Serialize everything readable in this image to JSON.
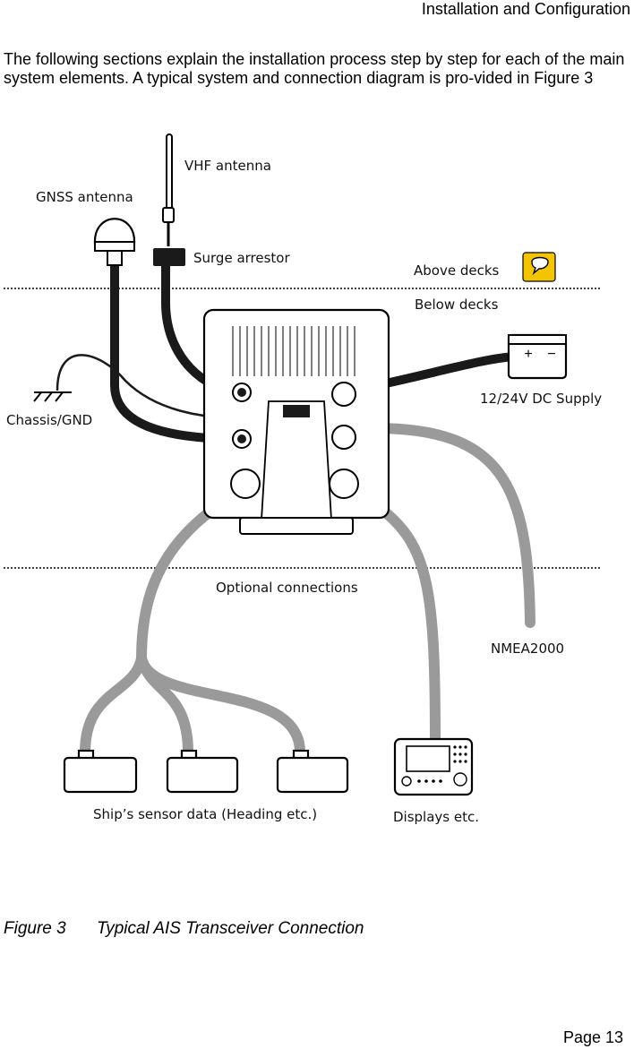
{
  "header": {
    "section_title": "Installation and Configuration"
  },
  "intro": {
    "text": "The following sections explain the installation process step by step for each of the main system elements. A typical system and connection diagram is pro-vided in Figure 3"
  },
  "diagram": {
    "labels": {
      "vhf_antenna": "VHF antenna",
      "gnss_antenna": "GNSS antenna",
      "surge_arrestor": "Surge arrestor",
      "above_decks": "Above decks",
      "below_decks": "Below decks",
      "dc_supply": "12/24V DC Supply",
      "chassis_gnd": "Chassis/GND",
      "optional_connections": "Optional connections",
      "nmea2000": "NMEA2000",
      "sensor_data": "Ship’s sensor data (Heading etc.)",
      "displays": "Displays etc."
    },
    "colors": {
      "cable_black": "#1a1a1a",
      "cable_grey": "#9a9a9a",
      "note_icon": "#f5c400"
    },
    "icons": {
      "note": "speech-bubble-icon",
      "battery": "battery-icon",
      "ground": "ground-symbol-icon"
    }
  },
  "figure": {
    "number": "Figure 3",
    "caption": "Typical AIS Transceiver Connection"
  },
  "footer": {
    "page_label": "Page  13"
  }
}
